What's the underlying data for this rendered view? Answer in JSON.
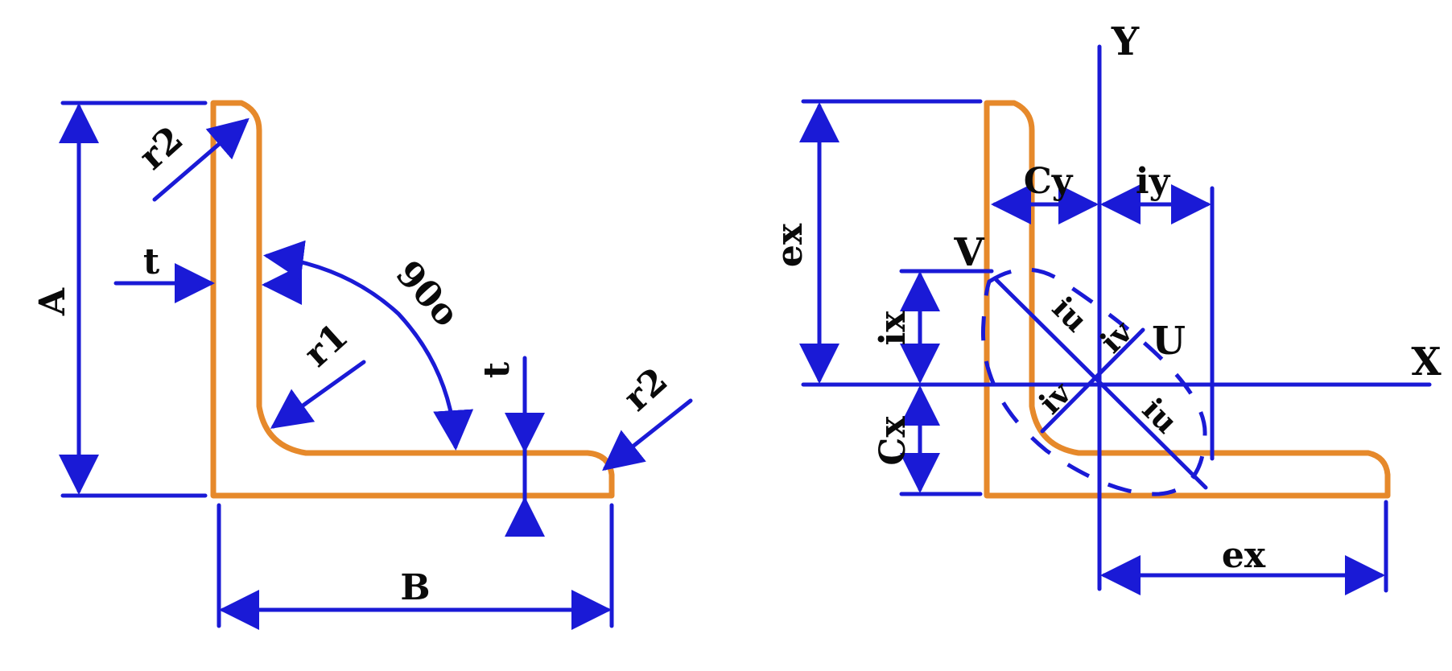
{
  "colors": {
    "dimension": "#1a1ad6",
    "profile": "#e6892b",
    "text": "#0a0a0a"
  },
  "left_view": {
    "labels": {
      "A": "A",
      "B": "B",
      "t_flange": "t",
      "t_leg": "t",
      "r1": "r1",
      "r2_top": "r2",
      "r2_right": "r2",
      "angle": "90o"
    }
  },
  "right_view": {
    "labels": {
      "Y": "Y",
      "X": "X",
      "V": "V",
      "U": "U",
      "Cy": "Cy",
      "iy": "iy",
      "ex_vertical": "ex",
      "ex_horizontal": "ex",
      "ix": "ix",
      "Cx": "Cx",
      "iu_upper": "iu",
      "iu_lower": "iu",
      "iv_upper": "iv",
      "iv_lower": "iv"
    }
  }
}
